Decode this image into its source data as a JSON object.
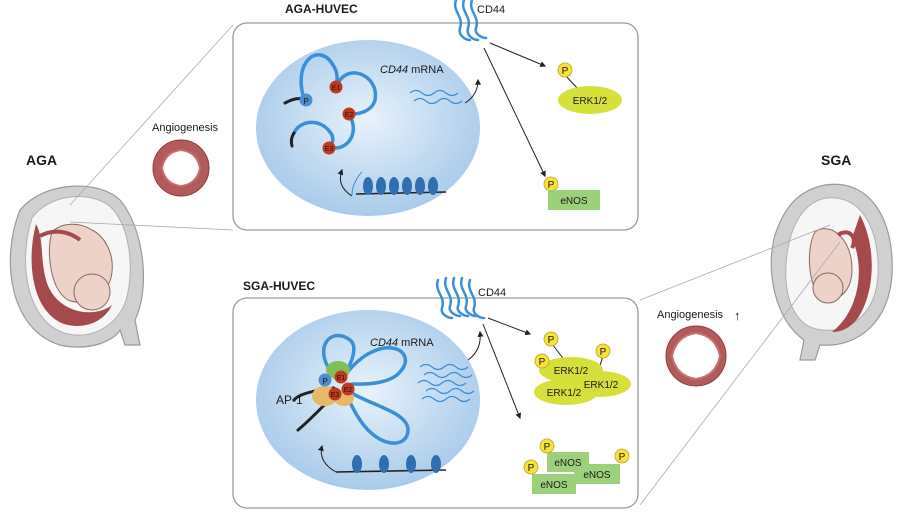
{
  "labels": {
    "aga": "AGA",
    "sga": "SGA",
    "aga_panel_title": "AGA-HUVEC",
    "sga_panel_title": "SGA-HUVEC",
    "angiogenesis_left": "Angiogenesis",
    "angiogenesis_right": "Angiogenesis",
    "angiogenesis_arrow": "↑",
    "cd44": "CD44",
    "cd44_mrna_gene": "CD44",
    "mrna": " mRNA",
    "erk": "ERK1/2",
    "enos": "eNOS",
    "phospho": "P",
    "promoter": "P",
    "e1": "E1",
    "e2": "E2",
    "e3": "E3",
    "ap1": "AP-1"
  },
  "colors": {
    "dna_loop": "#3b8fd6",
    "nucleus": "#c4dcf1",
    "enhancer": "#c0391f",
    "erk": "#d6e03a",
    "enos": "#9dd07a",
    "phospho": "#f7e23c",
    "vessel": "#a14a4d",
    "uterus": "#d9d9d9",
    "fetus": "#ecd2c8"
  }
}
